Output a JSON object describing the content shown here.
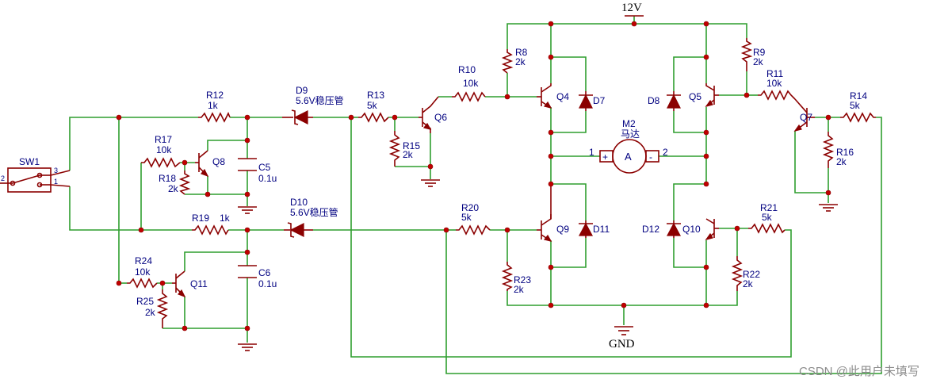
{
  "power": {
    "vcc": "12V",
    "gnd": "GND"
  },
  "switch": {
    "ref": "SW1",
    "pins": [
      "2",
      "3",
      "1"
    ]
  },
  "resistors": [
    {
      "ref": "R8",
      "value": "2k"
    },
    {
      "ref": "R9",
      "value": "2k"
    },
    {
      "ref": "R10",
      "value": "10k"
    },
    {
      "ref": "R11",
      "value": "10k"
    },
    {
      "ref": "R12",
      "value": "1k"
    },
    {
      "ref": "R13",
      "value": "5k"
    },
    {
      "ref": "R14",
      "value": "5k"
    },
    {
      "ref": "R15",
      "value": "2k"
    },
    {
      "ref": "R16",
      "value": "2k"
    },
    {
      "ref": "R17",
      "value": "10k"
    },
    {
      "ref": "R18",
      "value": "2k"
    },
    {
      "ref": "R19",
      "value": "1k"
    },
    {
      "ref": "R20",
      "value": "5k"
    },
    {
      "ref": "R21",
      "value": "5k"
    },
    {
      "ref": "R22",
      "value": "2k"
    },
    {
      "ref": "R23",
      "value": "2k"
    },
    {
      "ref": "R24",
      "value": "10k"
    },
    {
      "ref": "R25",
      "value": "2k"
    }
  ],
  "capacitors": [
    {
      "ref": "C5",
      "value": "0.1u"
    },
    {
      "ref": "C6",
      "value": "0.1u"
    }
  ],
  "zeners": [
    {
      "ref": "D9",
      "value": "5.6V稳压管"
    },
    {
      "ref": "D10",
      "value": "5.6V稳压管"
    }
  ],
  "diodes": [
    "D7",
    "D8",
    "D11",
    "D12"
  ],
  "transistors": [
    "Q4",
    "Q5",
    "Q6",
    "Q7",
    "Q8",
    "Q9",
    "Q10",
    "Q11"
  ],
  "motor": {
    "ref": "M2",
    "value": "马达",
    "symbol": "A",
    "pin1": "1",
    "pin2": "2",
    "plus": "+",
    "minus": "-"
  },
  "watermark": "CSDN @此用户未填写"
}
